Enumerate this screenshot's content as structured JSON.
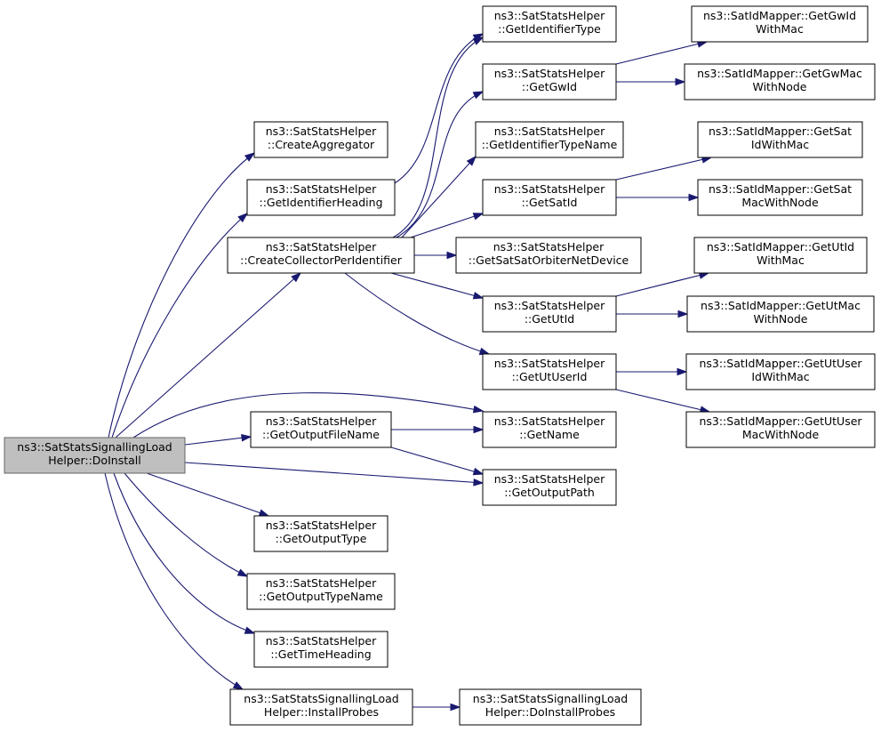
{
  "graph": {
    "nodes": [
      {
        "id": "root",
        "lines": [
          "ns3::SatStatsSignallingLoad",
          "Helper::DoInstall"
        ],
        "highlighted": true
      },
      {
        "id": "create_agg",
        "lines": [
          "ns3::SatStatsHelper",
          "::CreateAggregator"
        ]
      },
      {
        "id": "get_id_heading",
        "lines": [
          "ns3::SatStatsHelper",
          "::GetIdentifierHeading"
        ]
      },
      {
        "id": "create_collector",
        "lines": [
          "ns3::SatStatsHelper",
          "::CreateCollectorPerIdentifier"
        ]
      },
      {
        "id": "get_output_file",
        "lines": [
          "ns3::SatStatsHelper",
          "::GetOutputFileName"
        ]
      },
      {
        "id": "get_output_type",
        "lines": [
          "ns3::SatStatsHelper",
          "::GetOutputType"
        ]
      },
      {
        "id": "get_output_type_name",
        "lines": [
          "ns3::SatStatsHelper",
          "::GetOutputTypeName"
        ]
      },
      {
        "id": "get_time_heading",
        "lines": [
          "ns3::SatStatsHelper",
          "::GetTimeHeading"
        ]
      },
      {
        "id": "install_probes",
        "lines": [
          "ns3::SatStatsSignallingLoad",
          "Helper::InstallProbes"
        ]
      },
      {
        "id": "get_id_type",
        "lines": [
          "ns3::SatStatsHelper",
          "::GetIdentifierType"
        ]
      },
      {
        "id": "get_gw_id",
        "lines": [
          "ns3::SatStatsHelper",
          "::GetGwId"
        ]
      },
      {
        "id": "get_id_type_name",
        "lines": [
          "ns3::SatStatsHelper",
          "::GetIdentifierTypeName"
        ]
      },
      {
        "id": "get_sat_id",
        "lines": [
          "ns3::SatStatsHelper",
          "::GetSatId"
        ]
      },
      {
        "id": "get_sat_orbiter",
        "lines": [
          "ns3::SatStatsHelper",
          "::GetSatSatOrbiterNetDevice"
        ]
      },
      {
        "id": "get_ut_id",
        "lines": [
          "ns3::SatStatsHelper",
          "::GetUtId"
        ]
      },
      {
        "id": "get_ut_user_id",
        "lines": [
          "ns3::SatStatsHelper",
          "::GetUtUserId"
        ]
      },
      {
        "id": "get_name",
        "lines": [
          "ns3::SatStatsHelper",
          "::GetName"
        ]
      },
      {
        "id": "get_output_path",
        "lines": [
          "ns3::SatStatsHelper",
          "::GetOutputPath"
        ]
      },
      {
        "id": "do_install_probes",
        "lines": [
          "ns3::SatStatsSignallingLoad",
          "Helper::DoInstallProbes"
        ]
      },
      {
        "id": "map_gw_id_mac",
        "lines": [
          "ns3::SatIdMapper::GetGwId",
          "WithMac"
        ]
      },
      {
        "id": "map_gw_mac_node",
        "lines": [
          "ns3::SatIdMapper::GetGwMac",
          "WithNode"
        ]
      },
      {
        "id": "map_sat_id_mac",
        "lines": [
          "ns3::SatIdMapper::GetSat",
          "IdWithMac"
        ]
      },
      {
        "id": "map_sat_mac_node",
        "lines": [
          "ns3::SatIdMapper::GetSat",
          "MacWithNode"
        ]
      },
      {
        "id": "map_ut_id_mac",
        "lines": [
          "ns3::SatIdMapper::GetUtId",
          "WithMac"
        ]
      },
      {
        "id": "map_ut_mac_node",
        "lines": [
          "ns3::SatIdMapper::GetUtMac",
          "WithNode"
        ]
      },
      {
        "id": "map_ut_user_id_mac",
        "lines": [
          "ns3::SatIdMapper::GetUtUser",
          "IdWithMac"
        ]
      },
      {
        "id": "map_ut_user_mac_node",
        "lines": [
          "ns3::SatIdMapper::GetUtUser",
          "MacWithNode"
        ]
      }
    ],
    "edges": [
      {
        "from": "root",
        "to": "create_agg"
      },
      {
        "from": "root",
        "to": "get_id_heading"
      },
      {
        "from": "root",
        "to": "create_collector"
      },
      {
        "from": "root",
        "to": "get_name"
      },
      {
        "from": "root",
        "to": "get_output_file"
      },
      {
        "from": "root",
        "to": "get_output_path"
      },
      {
        "from": "root",
        "to": "get_output_type"
      },
      {
        "from": "root",
        "to": "get_output_type_name"
      },
      {
        "from": "root",
        "to": "get_time_heading"
      },
      {
        "from": "root",
        "to": "install_probes"
      },
      {
        "from": "get_id_heading",
        "to": "get_id_type"
      },
      {
        "from": "create_collector",
        "to": "get_id_type"
      },
      {
        "from": "create_collector",
        "to": "get_gw_id"
      },
      {
        "from": "create_collector",
        "to": "get_id_type_name"
      },
      {
        "from": "create_collector",
        "to": "get_sat_id"
      },
      {
        "from": "create_collector",
        "to": "get_sat_orbiter"
      },
      {
        "from": "create_collector",
        "to": "get_ut_id"
      },
      {
        "from": "create_collector",
        "to": "get_ut_user_id"
      },
      {
        "from": "get_output_file",
        "to": "get_name"
      },
      {
        "from": "get_output_file",
        "to": "get_output_path"
      },
      {
        "from": "install_probes",
        "to": "do_install_probes"
      },
      {
        "from": "get_gw_id",
        "to": "map_gw_id_mac"
      },
      {
        "from": "get_gw_id",
        "to": "map_gw_mac_node"
      },
      {
        "from": "get_sat_id",
        "to": "map_sat_id_mac"
      },
      {
        "from": "get_sat_id",
        "to": "map_sat_mac_node"
      },
      {
        "from": "get_ut_id",
        "to": "map_ut_id_mac"
      },
      {
        "from": "get_ut_id",
        "to": "map_ut_mac_node"
      },
      {
        "from": "get_ut_user_id",
        "to": "map_ut_user_id_mac"
      },
      {
        "from": "get_ut_user_id",
        "to": "map_ut_user_mac_node"
      }
    ]
  }
}
